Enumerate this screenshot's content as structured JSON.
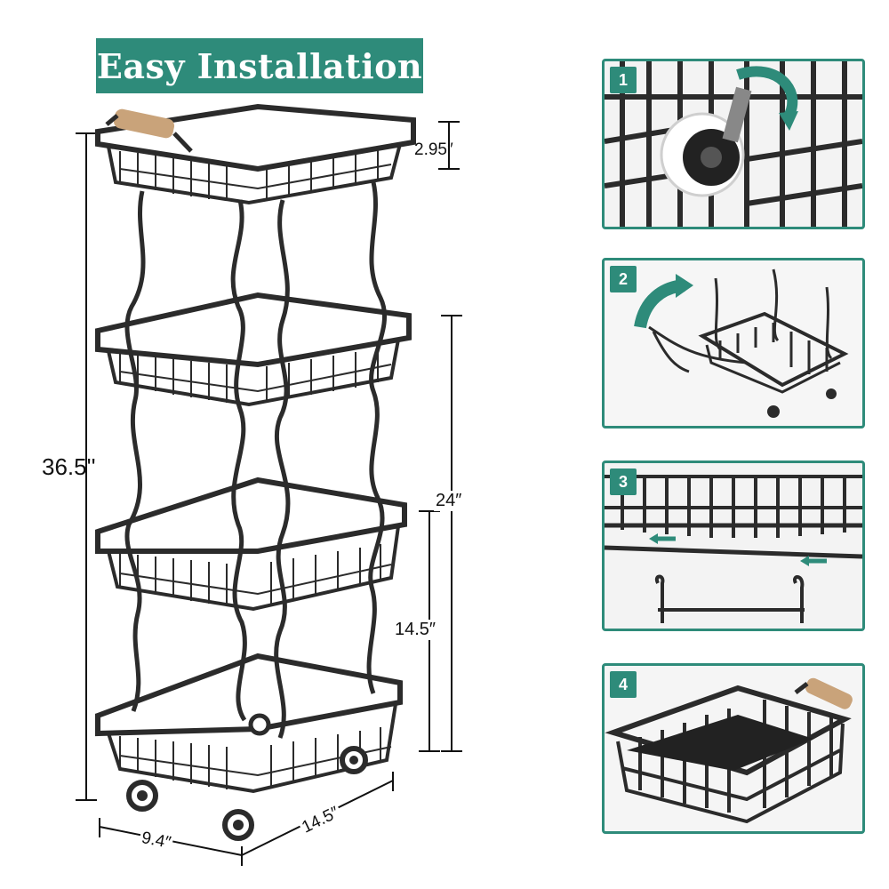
{
  "title": "Easy Installation",
  "dimensions": {
    "total_height": "36.5''",
    "basket_depth": "2.95″",
    "upper_height": "24″",
    "lower_height": "14.5″",
    "depth": "9.4″",
    "width": "14.5″"
  },
  "steps": [
    {
      "number": "1"
    },
    {
      "number": "2"
    },
    {
      "number": "3"
    },
    {
      "number": "4"
    }
  ],
  "colors": {
    "accent": "#2e8b7a",
    "wire": "#2b2b2b",
    "handle": "#c9a37a"
  }
}
